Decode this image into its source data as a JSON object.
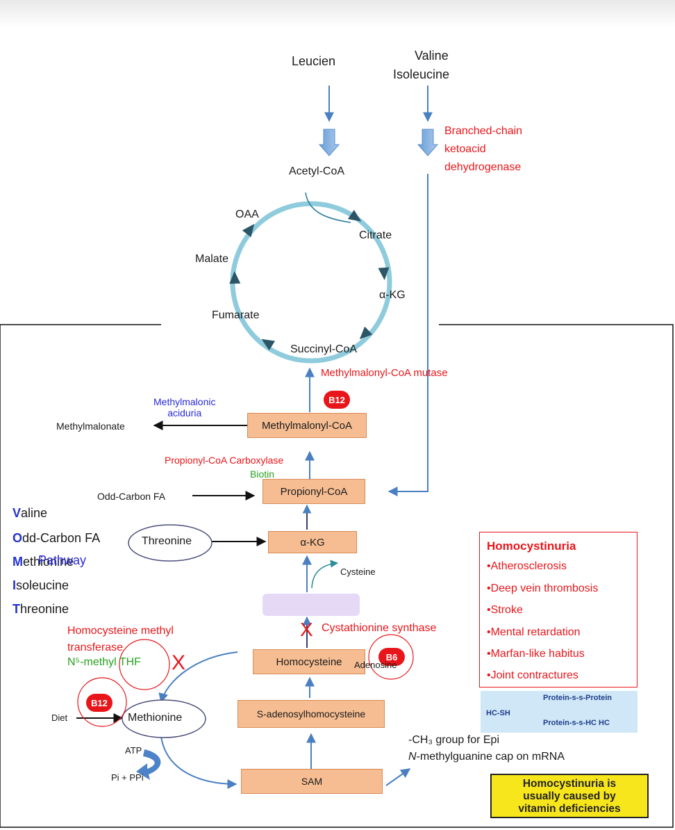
{
  "top": {
    "leucine": "Leucien",
    "valine": "Valine",
    "isoleucine": "Isoleucine",
    "bckd": [
      "Branched-chain",
      "ketoacid",
      "dehydrogenase"
    ]
  },
  "tca_cycle": {
    "acetyl_coa": "Acetyl-CoA",
    "oaa": "OAA",
    "citrate": "Citrate",
    "malate": "Malate",
    "akg": "α-KG",
    "fumarate": "Fumarate",
    "succinyl_coa": "Succinyl-CoA"
  },
  "pathway": {
    "mcm_mutase": "Methylmalonyl-CoA mutase",
    "b12_top": "B12",
    "methylmalonic_aciduria": [
      "Methylmalonic",
      "aciduria"
    ],
    "methylmalonate": "Methylmalonate",
    "methylmalonyl_coa": "Methylmalonyl-CoA",
    "pcc": "Propionyl-CoA Carboxylase",
    "biotin": "Biotin",
    "odd_carbon_fa": "Odd-Carbon FA",
    "propionyl_coa": "Propionyl-CoA",
    "threonine": "Threonine",
    "akg_box": "α-KG",
    "cysteine": "Cysteine",
    "cystathionine_synthase": "Cystathionine synthase",
    "x_mark": "X",
    "homocysteine": "Homocysteine",
    "b6": "B6",
    "adenosine": "Adenosine",
    "s_adenosylhomocysteine": "S-adenosylhomocysteine",
    "sam": "SAM",
    "ch3_epi": "-CH₃ group for Epi",
    "methylguanine_prefix": "N",
    "methylguanine_rest": "-methylguanine cap on mRNA",
    "hmt": [
      "Homocysteine methyl",
      "transferase"
    ],
    "n5_thf": "N⁵-methyl THF",
    "x_mark2": "X",
    "b12_bottom": "B12",
    "diet": "Diet",
    "methionine": "Methionine",
    "atp": "ATP",
    "pi_ppi": "Pi + PPi"
  },
  "mnemonic": {
    "items": [
      {
        "initial": "V",
        "rest": "aline"
      },
      {
        "initial": "O",
        "rest": "dd-Carbon FA"
      },
      {
        "initial": "M",
        "rest": "ethionine"
      },
      {
        "initial": "I",
        "rest": "soleucine"
      },
      {
        "initial": "T",
        "rest": "hreonine"
      }
    ],
    "overlay": "Pathway"
  },
  "homocystinuria_box": {
    "title": "Homocystinuria",
    "items": [
      "•Atherosclerosis",
      "•Deep vein thrombosis",
      "•Stroke",
      "•Mental retardation",
      "•Marfan-like habitus",
      "•Joint contractures"
    ]
  },
  "protein_box": {
    "hc_sh": "HC-SH",
    "top": "Protein-s-s-Protein",
    "bottom": "Protein-s-s-HC  HC"
  },
  "note": [
    "Homocystinuria is",
    "usually caused by",
    "vitamin deficiencies"
  ],
  "colors": {
    "box_fill": "#f6bd92",
    "arrow_blue": "#4a7fc1",
    "cycle_ring": "#8ecbdc",
    "cycle_arrow": "#2c5566",
    "enzyme_red": "#e8161b",
    "note_yellow": "#f7e61c"
  }
}
